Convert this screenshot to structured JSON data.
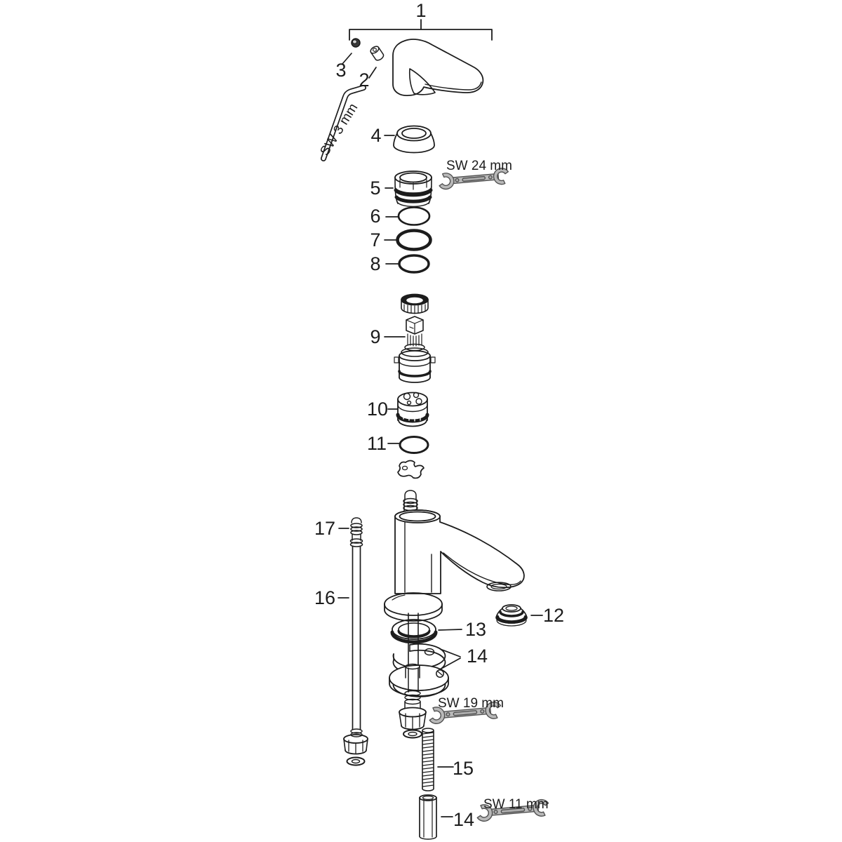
{
  "diagram": {
    "background_color": "#ffffff",
    "line_color": "#1c1c1c",
    "tool_fill_color": "#b9b9b9",
    "callouts": {
      "c1": "1",
      "c2": "2",
      "c3": "3",
      "c4": "4",
      "c5": "5",
      "c6": "6",
      "c7": "7",
      "c8": "8",
      "c9": "9",
      "c10": "10",
      "c11": "11",
      "c12": "12",
      "c13": "13",
      "c14": "14",
      "c15": "15",
      "c16": "16",
      "c17": "17",
      "c14b": "14"
    },
    "tools": {
      "allen_key": "SW 3 mm",
      "wrench_24": "SW 24 mm",
      "wrench_19": "SW 19 mm",
      "wrench_11": "SW 11 mm"
    }
  }
}
